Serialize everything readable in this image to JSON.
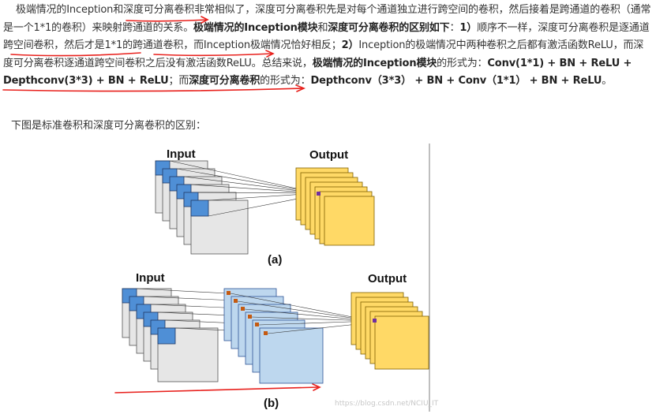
{
  "paragraph": {
    "s1": "极端情况的Inception和",
    "s2": "深度可分离卷积",
    "s3": "非常相似了，深度可分离卷积先是对每个通道独立进行跨空间的卷积，然后接着是跨通道的卷积（通常是一个1*1的卷积）来映射跨通道的关系。",
    "s4": "极端情况的Inception模块",
    "s5": "和",
    "s6": "深度可分离卷积的区别如下",
    "s7": "：",
    "s8": "1）",
    "s9": "顺序不一样，深度可分离卷积是",
    "s10": "逐通道跨空间卷积",
    "s11": "，然后才是",
    "s12": "1*1的跨通道卷积",
    "s13": "，而Inception极端情况恰好相反；",
    "s14": "2）",
    "s15": "Inception的极端情况中两种卷积之后都有激活函数ReLU，而深度可分离卷积逐通道跨空间卷积之后没有激活函数ReLU。总结来说，",
    "s16": "极端情况的Inception模块",
    "s17": "的形式为：",
    "s18": "Conv(1*1) + BN + ReLU + Depthconv(3*3) + BN + ReLU",
    "s19": "；而",
    "s20": "深度可分离卷积",
    "s21": "的形式为：",
    "s22": "Depthconv（3*3） + BN + Conv（1*1） + BN + ReLU",
    "s23": "。"
  },
  "caption": "下图是标准卷积和深度可分离卷积的区别：",
  "figure": {
    "a": {
      "input_label": "Input",
      "output_label": "Output",
      "sub_label": "(a)"
    },
    "b": {
      "input_label": "Input",
      "output_label": "Output",
      "sub_label": "(b)"
    },
    "watermark": "https://blog.csdn.net/NCIU_IT"
  },
  "colors": {
    "annotation_red": "#e8211d",
    "input_gray": "#e6e6e6",
    "kernel_blue": "#4f8fd6",
    "mid_blue": "#bdd7ee",
    "output_yellow": "#ffd966",
    "output_dot": "#7030a0",
    "mid_dot": "#c55a11"
  }
}
